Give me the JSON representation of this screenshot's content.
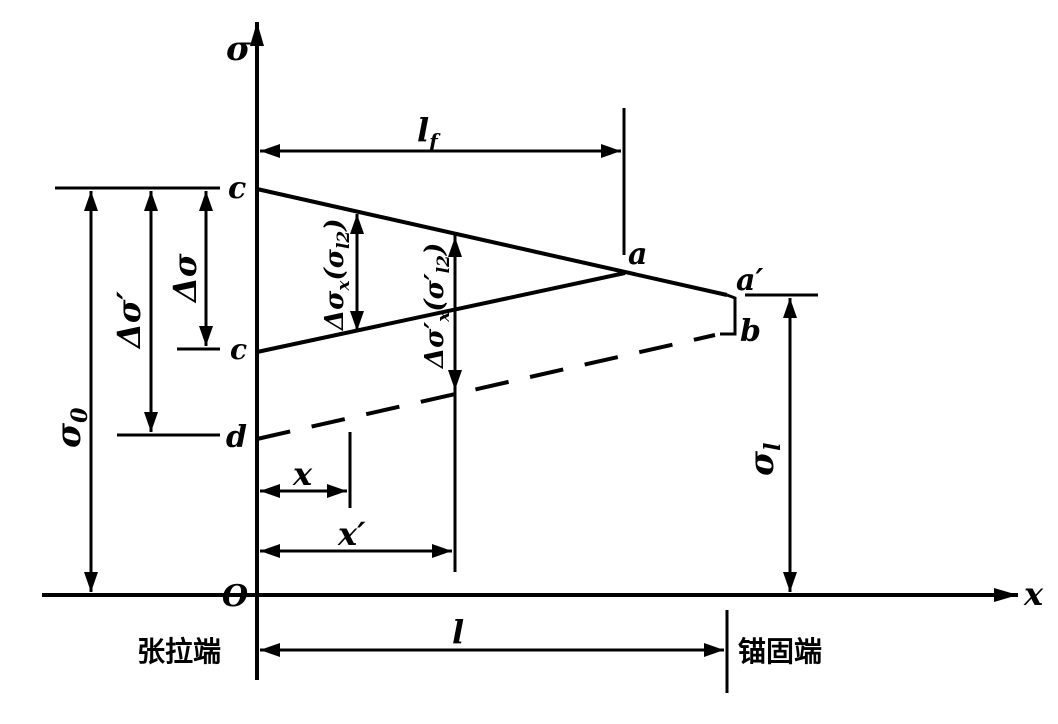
{
  "axes": {
    "y_label": "σ",
    "x_label": "x",
    "origin_label": "O"
  },
  "points": {
    "c_top": "c",
    "c_bottom": "c",
    "d": "d",
    "a": "a",
    "a_prime": "a′",
    "b": "b"
  },
  "dimensions": {
    "lf": "l",
    "lf_sub": "f",
    "l": "l",
    "x": "x",
    "x_prime": "x′",
    "sigma0": "σ",
    "sigma0_sub": "0",
    "delta_sigma_prime": "Δσ′",
    "delta_sigma": "Δσ",
    "sigma_l": "σ",
    "sigma_l_sub": "l",
    "dsx": "Δσ",
    "dsx_sub": "x",
    "dsx_paren": "(σ",
    "dsx_paren_sub": "l2",
    "dsx_close": ")",
    "dsxp": "Δσ′",
    "dsxp_sub": "x",
    "dsxp_paren": "(σ′",
    "dsxp_paren_sub": "l2",
    "dsxp_close": ")"
  },
  "ends": {
    "tension_end": "张拉端",
    "anchor_end": "锚固端"
  }
}
